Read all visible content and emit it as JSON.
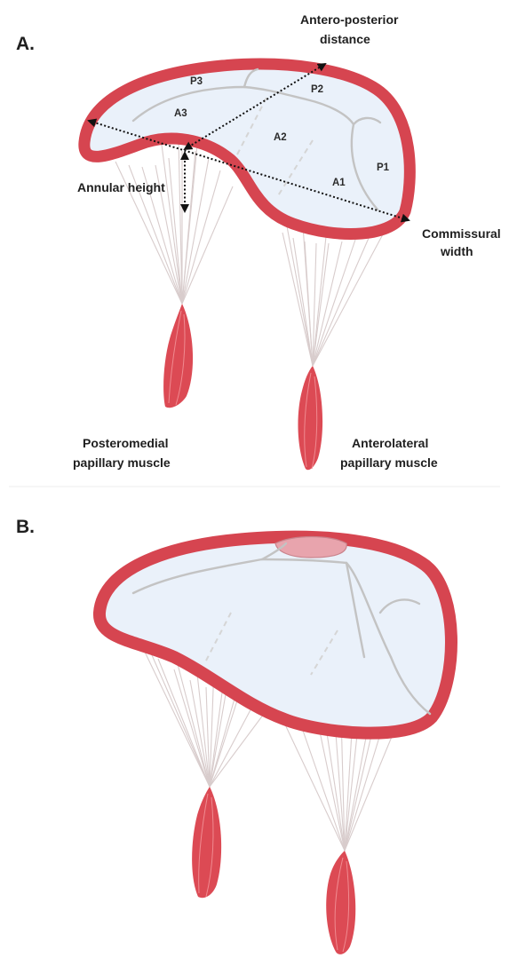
{
  "panels": {
    "a": {
      "label": "A.",
      "segments": {
        "p3": "P3",
        "p2": "P2",
        "a3": "A3",
        "a2": "A2",
        "a1": "A1",
        "p1": "P1"
      },
      "measurements": {
        "ap_line1": "Antero-posterior",
        "ap_line2": "distance",
        "annular_height": "Annular height",
        "commissural_line1": "Commissural",
        "commissural_line2": "width"
      },
      "muscles": {
        "posteromedial_line1": "Posteromedial",
        "posteromedial_line2": "papillary muscle",
        "anterolateral_line1": "Anterolateral",
        "anterolateral_line2": "papillary muscle"
      }
    },
    "b": {
      "label": "B."
    }
  },
  "colors": {
    "annulus": "#d64550",
    "leaflet": "#eaf1fa",
    "scallop_line": "#c3c3c3",
    "chordae": "#d8cccc",
    "muscle": "#dc4a54",
    "arrow": "#111111"
  }
}
